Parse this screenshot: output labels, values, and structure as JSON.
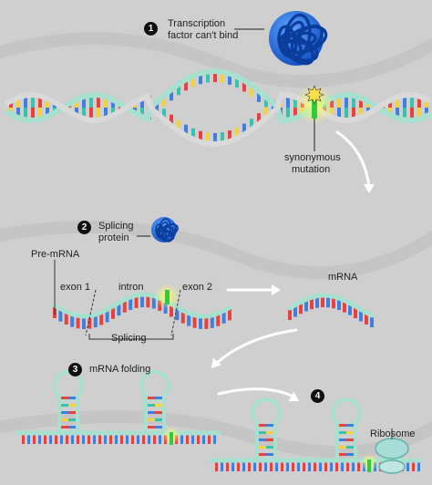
{
  "step1": {
    "number": "1",
    "text_line1": "Transcription",
    "text_line2": "factor can't bind"
  },
  "mutation_label": {
    "line1": "synonymous",
    "line2": "mutation"
  },
  "step2": {
    "number": "2",
    "text_line1": "Splicing",
    "text_line2": "protein"
  },
  "pre_mrna_label": "Pre-mRNA",
  "exon1_label": "exon 1",
  "intron_label": "intron",
  "exon2_label": "exon 2",
  "splicing_label": "Splicing",
  "mrna_label": "mRNA",
  "step3": {
    "number": "3",
    "text": "mRNA folding"
  },
  "step4": {
    "number": "4"
  },
  "ribosome_label": "Ribosome",
  "colors": {
    "background": "#cfcfcf",
    "backbone": "#a8e0d0",
    "base_red": "#e8423f",
    "base_yellow": "#f5d23c",
    "base_blue": "#3f7fe0",
    "base_teal": "#37c3b0",
    "protein": "#1f6fe0",
    "mutation_glow": "#f2f25a",
    "mutation_mark": "#2ecc40"
  }
}
